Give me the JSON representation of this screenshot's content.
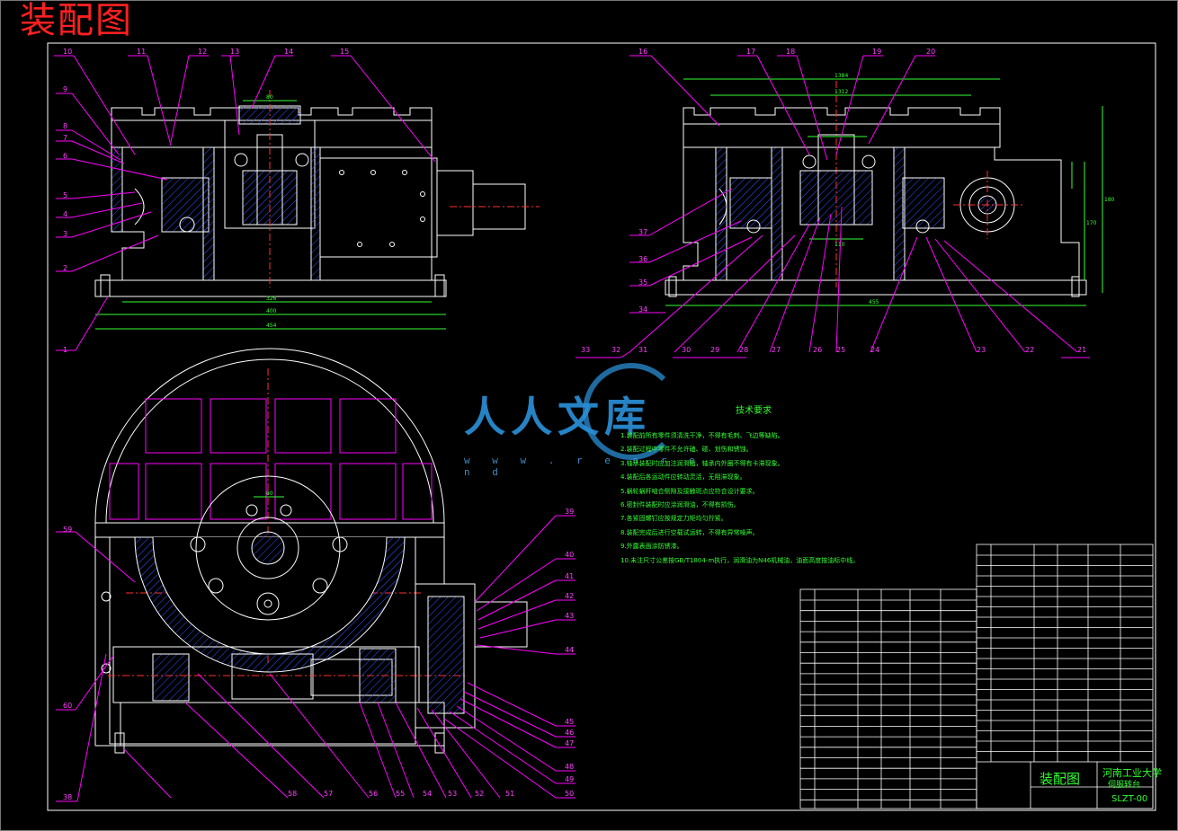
{
  "drawing": {
    "title": "装配图",
    "line_color": "#ffffff",
    "leader_color": "#ff00ff",
    "dimension_color": "#33ff33",
    "hatch_color": "#3355ff"
  },
  "watermark": {
    "brand": "人人文库",
    "url": "w w w . r e n r e n d"
  },
  "views": {
    "front": {
      "balloons": [
        "10",
        "11",
        "12",
        "13",
        "14",
        "15",
        "9",
        "8",
        "7",
        "6",
        "5",
        "4",
        "3",
        "2",
        "1"
      ],
      "dims": [
        "80",
        "326",
        "400",
        "454"
      ]
    },
    "side": {
      "balloons": [
        "16",
        "17",
        "18",
        "19",
        "20",
        "37",
        "36",
        "35",
        "34",
        "33",
        "32",
        "31",
        "30",
        "29",
        "28",
        "27",
        "26",
        "25",
        "24",
        "23",
        "22",
        "21"
      ],
      "dims": [
        "1384",
        "1312",
        "455",
        "180",
        "170",
        "110"
      ]
    },
    "bottom": {
      "balloons": [
        "59",
        "60",
        "38",
        "39",
        "40",
        "41",
        "42",
        "43",
        "44",
        "45",
        "46",
        "47",
        "48",
        "49",
        "50",
        "51",
        "52",
        "53",
        "54",
        "55",
        "56",
        "57",
        "58"
      ],
      "dims": [
        "80"
      ]
    }
  },
  "technical_requirements": {
    "title": "技术要求",
    "items": [
      "1.装配前所有零件须清洗干净，不得有毛刺、飞边等缺陷。",
      "2.装配过程中零件不允许磕、碰、划伤和锈蚀。",
      "3.轴承装配时应加注润滑脂，轴承内外圈不得有卡滞现象。",
      "4.装配后各运动件应转动灵活，无阻滞现象。",
      "5.蜗轮蜗杆啮合侧隙及接触斑点应符合设计要求。",
      "6.密封件装配时应涂润滑油，不得有损伤。",
      "7.各紧固螺钉应按规定力矩均匀拧紧。",
      "8.装配完成后进行空载试运转，不得有异常噪声。",
      "9.外露表面涂防锈漆。",
      "10.未注尺寸公差按GB/T1804-m执行，润滑油为N46机械油，油面高度按油标中线。"
    ]
  },
  "title_block": {
    "drawing_name": "装配图",
    "school": "河南工业大学",
    "product": "伺服转台",
    "drawing_no": "SLZT-00"
  }
}
